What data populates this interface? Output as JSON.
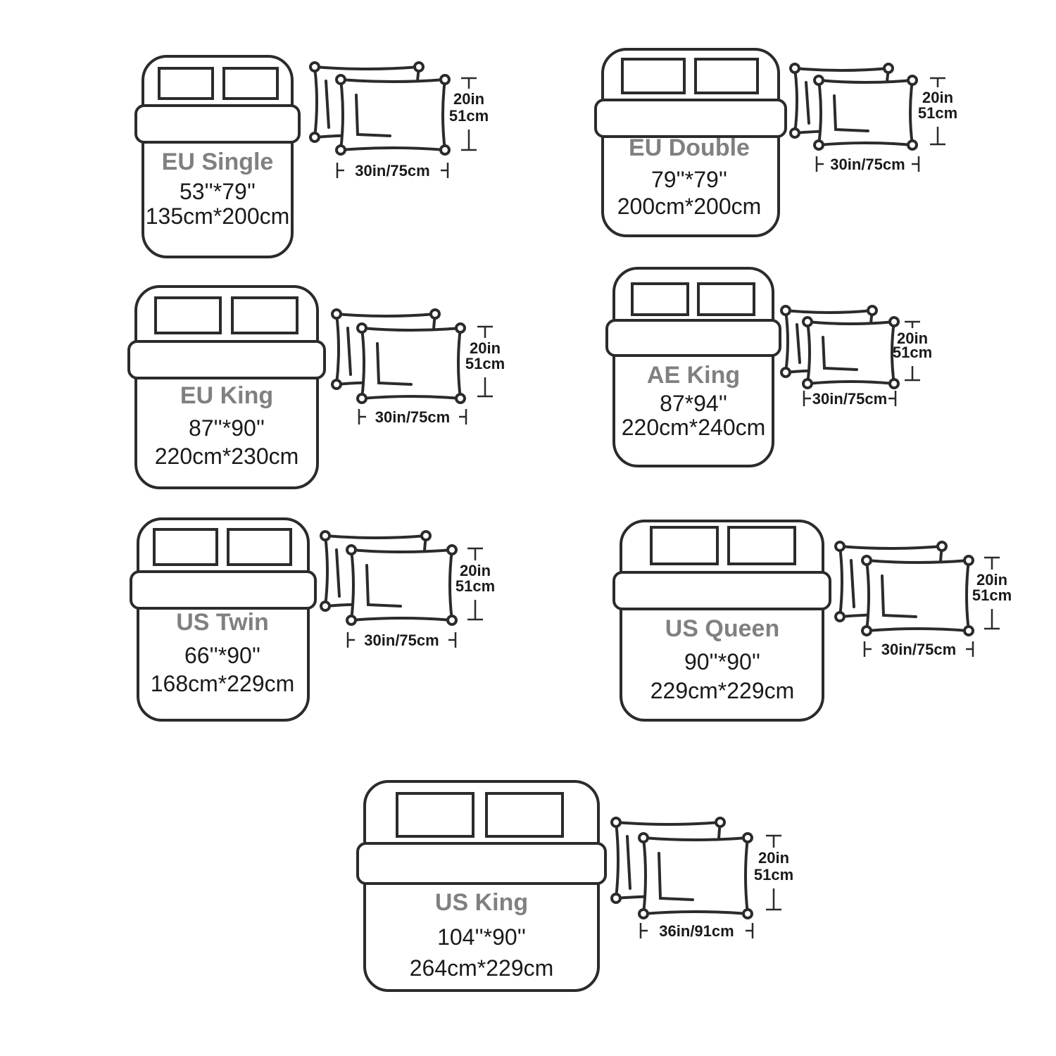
{
  "beds": [
    {
      "id": "eu-single",
      "name": "EU Single",
      "size_in": "53''*79''",
      "size_cm": "135cm*200cm",
      "pillow_height": "20in",
      "pillow_height_cm": "51cm",
      "pillow_width": "30in/75cm"
    },
    {
      "id": "eu-double",
      "name": "EU Double",
      "size_in": "79''*79''",
      "size_cm": "200cm*200cm",
      "pillow_height": "20in",
      "pillow_height_cm": "51cm",
      "pillow_width": "30in/75cm"
    },
    {
      "id": "eu-king",
      "name": "EU King",
      "size_in": "87''*90''",
      "size_cm": "220cm*230cm",
      "pillow_height": "20in",
      "pillow_height_cm": "51cm",
      "pillow_width": "30in/75cm"
    },
    {
      "id": "ae-king",
      "name": "AE King",
      "size_in": "87*94''",
      "size_cm": "220cm*240cm",
      "pillow_height": "20in",
      "pillow_height_cm": "51cm",
      "pillow_width": "30in/75cm"
    },
    {
      "id": "us-twin",
      "name": "US Twin",
      "size_in": "66''*90''",
      "size_cm": "168cm*229cm",
      "pillow_height": "20in",
      "pillow_height_cm": "51cm",
      "pillow_width": "30in/75cm"
    },
    {
      "id": "us-queen",
      "name": "US Queen",
      "size_in": "90''*90''",
      "size_cm": "229cm*229cm",
      "pillow_height": "20in",
      "pillow_height_cm": "51cm",
      "pillow_width": "30in/75cm"
    },
    {
      "id": "us-king",
      "name": "US King",
      "size_in": "104''*90''",
      "size_cm": "264cm*229cm",
      "pillow_height": "20in",
      "pillow_height_cm": "51cm",
      "pillow_width": "36in/91cm"
    }
  ]
}
